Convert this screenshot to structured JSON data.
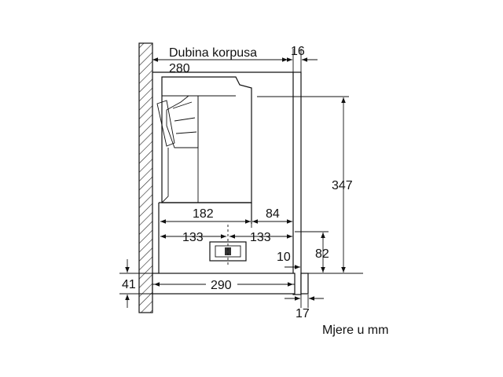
{
  "diagram": {
    "cabinet_depth_label": "Dubina korpusa",
    "units_note": "Mjere u mm",
    "dimensions": {
      "cabinet_depth": "280",
      "door_thickness": "16",
      "height": "347",
      "upper_depth": "182",
      "front_offset": "84",
      "half_left": "133",
      "half_right": "133",
      "panel_gap": "10",
      "lower_height": "82",
      "shelf_thickness": "41",
      "bottom_depth": "290",
      "front_panel": "17"
    }
  }
}
